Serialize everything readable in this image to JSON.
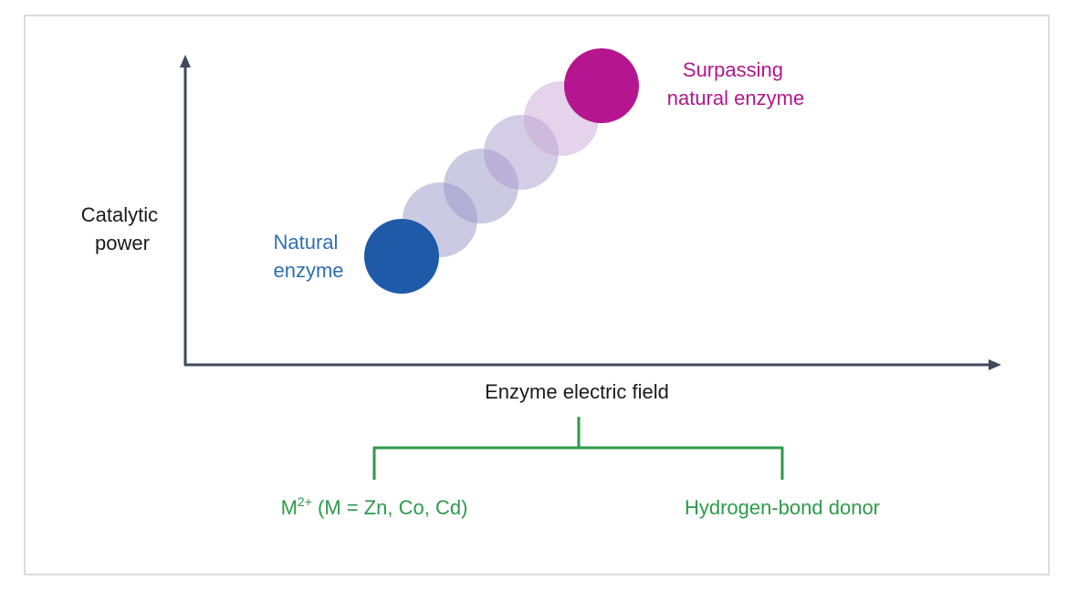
{
  "diagram": {
    "y_axis_label": [
      "Catalytic",
      "power"
    ],
    "x_axis_label": "Enzyme electric field",
    "start_label": [
      "Natural",
      "enzyme"
    ],
    "end_label": [
      "Surpassing",
      "natural enzyme"
    ],
    "branch_left": {
      "base": "M",
      "superscript": "2+",
      "rest": " (M = Zn, Co, Cd)"
    },
    "branch_right": "Hydrogen-bond donor"
  },
  "colors": {
    "axis": "#3f4a5c",
    "natural_enzyme": "#1e5aa8",
    "natural_label": "#2f6fb3",
    "surpassing_enzyme": "#b5168f",
    "surpassing_label": "#b0188c",
    "intermediate": "#9a93c8",
    "branch": "#2e9a4a",
    "text": "#1a1a1a"
  }
}
